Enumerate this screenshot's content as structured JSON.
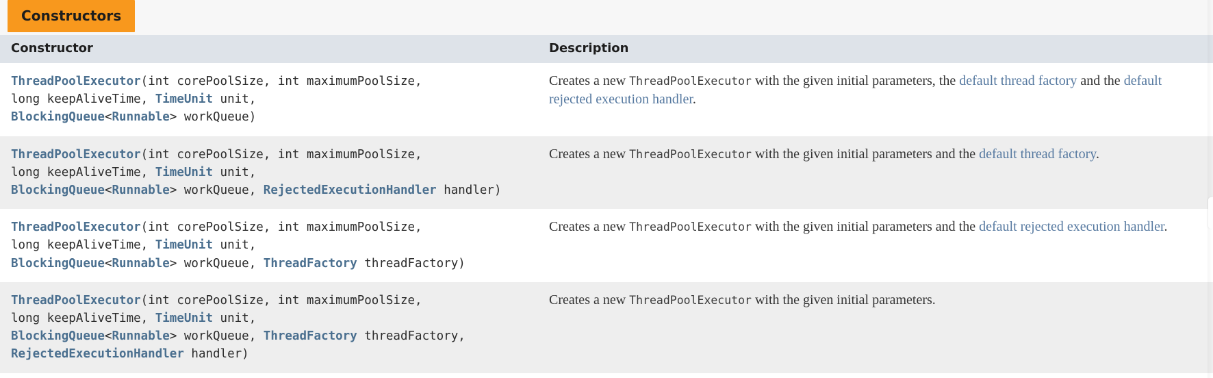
{
  "section": {
    "tab_label": "Constructors"
  },
  "table": {
    "headers": {
      "constructor": "Constructor",
      "description": "Description"
    },
    "rows": [
      {
        "signature_lines": [
          [
            {
              "t": "ThreadPoolExecutor",
              "k": "type"
            },
            {
              "t": "(int corePoolSize, int maximumPoolSize,",
              "k": "plain"
            }
          ],
          [
            {
              "t": "long keepAliveTime, ",
              "k": "plain"
            },
            {
              "t": "TimeUnit",
              "k": "type"
            },
            {
              "t": " unit,",
              "k": "plain"
            }
          ],
          [
            {
              "t": "BlockingQueue",
              "k": "type"
            },
            {
              "t": "<",
              "k": "plain"
            },
            {
              "t": "Runnable",
              "k": "type"
            },
            {
              "t": "> workQueue)",
              "k": "plain"
            }
          ]
        ],
        "description_parts": [
          {
            "t": "Creates a new ",
            "k": "text"
          },
          {
            "t": "ThreadPoolExecutor",
            "k": "code"
          },
          {
            "t": " with the given initial parameters, the ",
            "k": "text"
          },
          {
            "t": "default thread factory",
            "k": "link"
          },
          {
            "t": " and the ",
            "k": "text"
          },
          {
            "t": "default rejected execution handler",
            "k": "link"
          },
          {
            "t": ".",
            "k": "text"
          }
        ]
      },
      {
        "signature_lines": [
          [
            {
              "t": "ThreadPoolExecutor",
              "k": "type"
            },
            {
              "t": "(int corePoolSize, int maximumPoolSize,",
              "k": "plain"
            }
          ],
          [
            {
              "t": "long keepAliveTime, ",
              "k": "plain"
            },
            {
              "t": "TimeUnit",
              "k": "type"
            },
            {
              "t": " unit,",
              "k": "plain"
            }
          ],
          [
            {
              "t": "BlockingQueue",
              "k": "type"
            },
            {
              "t": "<",
              "k": "plain"
            },
            {
              "t": "Runnable",
              "k": "type"
            },
            {
              "t": "> workQueue, ",
              "k": "plain"
            },
            {
              "t": "RejectedExecutionHandler",
              "k": "type"
            },
            {
              "t": " handler)",
              "k": "plain"
            }
          ]
        ],
        "description_parts": [
          {
            "t": "Creates a new ",
            "k": "text"
          },
          {
            "t": "ThreadPoolExecutor",
            "k": "code"
          },
          {
            "t": " with the given initial parameters and the ",
            "k": "text"
          },
          {
            "t": "default thread factory",
            "k": "link"
          },
          {
            "t": ".",
            "k": "text"
          }
        ]
      },
      {
        "signature_lines": [
          [
            {
              "t": "ThreadPoolExecutor",
              "k": "type"
            },
            {
              "t": "(int corePoolSize, int maximumPoolSize,",
              "k": "plain"
            }
          ],
          [
            {
              "t": "long keepAliveTime, ",
              "k": "plain"
            },
            {
              "t": "TimeUnit",
              "k": "type"
            },
            {
              "t": " unit,",
              "k": "plain"
            }
          ],
          [
            {
              "t": "BlockingQueue",
              "k": "type"
            },
            {
              "t": "<",
              "k": "plain"
            },
            {
              "t": "Runnable",
              "k": "type"
            },
            {
              "t": "> workQueue, ",
              "k": "plain"
            },
            {
              "t": "ThreadFactory",
              "k": "type"
            },
            {
              "t": " threadFactory)",
              "k": "plain"
            }
          ]
        ],
        "description_parts": [
          {
            "t": "Creates a new ",
            "k": "text"
          },
          {
            "t": "ThreadPoolExecutor",
            "k": "code"
          },
          {
            "t": " with the given initial parameters and the ",
            "k": "text"
          },
          {
            "t": "default rejected execution handler",
            "k": "link"
          },
          {
            "t": ".",
            "k": "text"
          }
        ]
      },
      {
        "signature_lines": [
          [
            {
              "t": "ThreadPoolExecutor",
              "k": "type"
            },
            {
              "t": "(int corePoolSize, int maximumPoolSize,",
              "k": "plain"
            }
          ],
          [
            {
              "t": "long keepAliveTime, ",
              "k": "plain"
            },
            {
              "t": "TimeUnit",
              "k": "type"
            },
            {
              "t": " unit,",
              "k": "plain"
            }
          ],
          [
            {
              "t": "BlockingQueue",
              "k": "type"
            },
            {
              "t": "<",
              "k": "plain"
            },
            {
              "t": "Runnable",
              "k": "type"
            },
            {
              "t": "> workQueue, ",
              "k": "plain"
            },
            {
              "t": "ThreadFactory",
              "k": "type"
            },
            {
              "t": " threadFactory,",
              "k": "plain"
            }
          ],
          [
            {
              "t": "RejectedExecutionHandler",
              "k": "type"
            },
            {
              "t": " handler)",
              "k": "plain"
            }
          ]
        ],
        "description_parts": [
          {
            "t": "Creates a new ",
            "k": "text"
          },
          {
            "t": "ThreadPoolExecutor",
            "k": "code"
          },
          {
            "t": " with the given initial parameters.",
            "k": "text"
          }
        ]
      }
    ]
  },
  "colors": {
    "tab_accent": "#f8981d",
    "header_row": "#dee3e9",
    "row_alt": "#eeeeee",
    "type_link": "#4a6f8f",
    "doc_link": "#5679a0",
    "page_background": "#f7f7f7"
  }
}
